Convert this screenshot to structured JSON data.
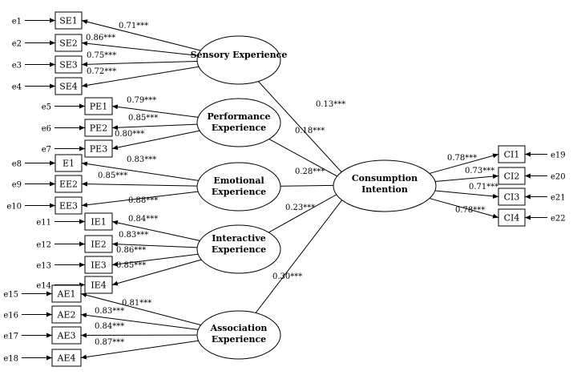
{
  "diagram": {
    "latents": [
      {
        "id": "se",
        "lines": [
          "Sensory Experience"
        ]
      },
      {
        "id": "pe",
        "lines": [
          "Performance",
          "Experience"
        ]
      },
      {
        "id": "ee",
        "lines": [
          "Emotional",
          "Experience"
        ]
      },
      {
        "id": "ie",
        "lines": [
          "Interactive",
          "Experience"
        ]
      },
      {
        "id": "ae",
        "lines": [
          "Association",
          "Experience"
        ]
      },
      {
        "id": "ci",
        "lines": [
          "Consumption",
          "Intention"
        ]
      }
    ],
    "indicators": [
      {
        "id": "SE1",
        "text": "SE1",
        "latent": "se",
        "error": "e1",
        "loading": "0.71***"
      },
      {
        "id": "SE2",
        "text": "SE2",
        "latent": "se",
        "error": "e2",
        "loading": "0.86***"
      },
      {
        "id": "SE3",
        "text": "SE3",
        "latent": "se",
        "error": "e3",
        "loading": "0.75***"
      },
      {
        "id": "SE4",
        "text": "SE4",
        "latent": "se",
        "error": "e4",
        "loading": "0.72***"
      },
      {
        "id": "PE1",
        "text": "PE1",
        "latent": "pe",
        "error": "e5",
        "loading": "0.79***"
      },
      {
        "id": "PE2",
        "text": "PE2",
        "latent": "pe",
        "error": "e6",
        "loading": "0.85***"
      },
      {
        "id": "PE3",
        "text": "PE3",
        "latent": "pe",
        "error": "e7",
        "loading": "0.80***"
      },
      {
        "id": "E1",
        "text": "E1",
        "latent": "ee",
        "error": "e8",
        "loading": "0.83***"
      },
      {
        "id": "EE2",
        "text": "EE2",
        "latent": "ee",
        "error": "e9",
        "loading": "0.85***"
      },
      {
        "id": "EE3",
        "text": "EE3",
        "latent": "ee",
        "error": "e10",
        "loading": "0.88***"
      },
      {
        "id": "IE1",
        "text": "IE1",
        "latent": "ie",
        "error": "e11",
        "loading": "0.84***"
      },
      {
        "id": "IE2",
        "text": "IE2",
        "latent": "ie",
        "error": "e12",
        "loading": "0.83***"
      },
      {
        "id": "IE3",
        "text": "IE3",
        "latent": "ie",
        "error": "e13",
        "loading": "0.86***"
      },
      {
        "id": "IE4",
        "text": "IE4",
        "latent": "ie",
        "error": "e14",
        "loading": "0.85***"
      },
      {
        "id": "AE1",
        "text": "AE1",
        "latent": "ae",
        "error": "e15",
        "loading": "0.81***"
      },
      {
        "id": "AE2",
        "text": "AE2",
        "latent": "ae",
        "error": "e16",
        "loading": "0.83***"
      },
      {
        "id": "AE3",
        "text": "AE3",
        "latent": "ae",
        "error": "e17",
        "loading": "0.84***"
      },
      {
        "id": "AE4",
        "text": "AE4",
        "latent": "ae",
        "error": "e18",
        "loading": "0.87***"
      },
      {
        "id": "CI1",
        "text": "CI1",
        "latent": "ci",
        "error": "e19",
        "loading": "0.78***"
      },
      {
        "id": "CI2",
        "text": "CI2",
        "latent": "ci",
        "error": "e20",
        "loading": "0.73***"
      },
      {
        "id": "CI3",
        "text": "CI3",
        "latent": "ci",
        "error": "e21",
        "loading": "0.71***"
      },
      {
        "id": "CI4",
        "text": "CI4",
        "latent": "ci",
        "error": "e22",
        "loading": "0.78***"
      }
    ],
    "paths": [
      {
        "from": "se",
        "to": "ci",
        "coef": "0.13***"
      },
      {
        "from": "pe",
        "to": "ci",
        "coef": "0.18***"
      },
      {
        "from": "ee",
        "to": "ci",
        "coef": "0.28***"
      },
      {
        "from": "ie",
        "to": "ci",
        "coef": "0.23***"
      },
      {
        "from": "ae",
        "to": "ci",
        "coef": "0.30***"
      }
    ]
  }
}
